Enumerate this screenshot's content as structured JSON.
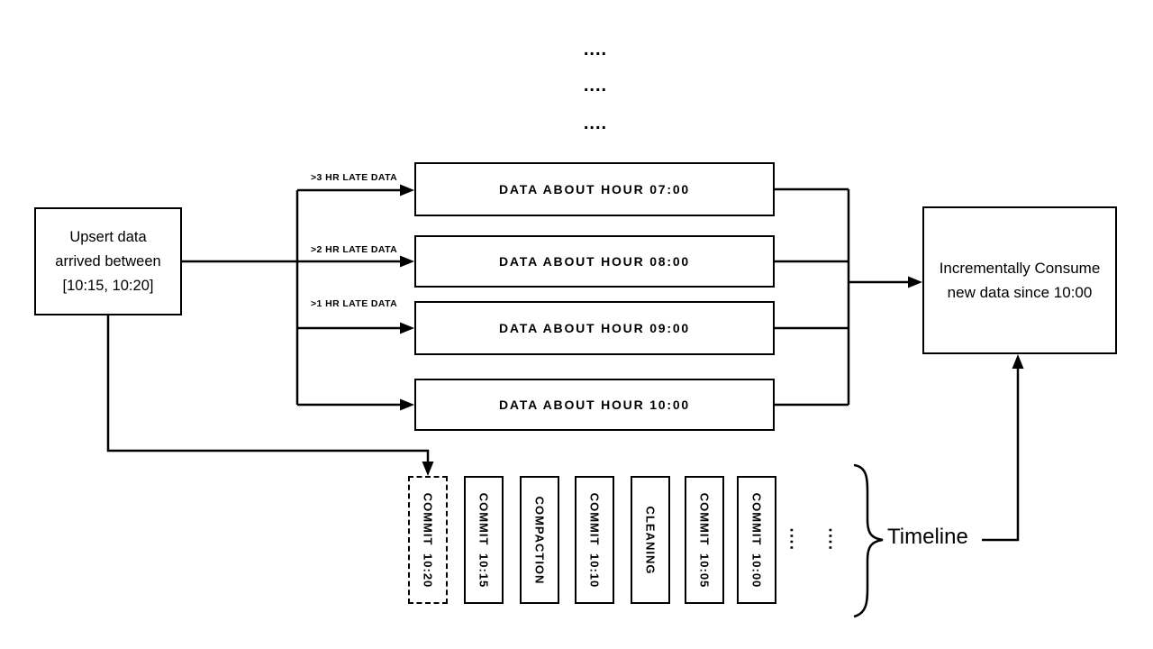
{
  "top_dots": [
    "....",
    "....",
    "...."
  ],
  "upsert_box": {
    "lines": [
      "Upsert data",
      "arrived between",
      "[10:15, 10:20]"
    ]
  },
  "late_labels": [
    ">3 HR LATE DATA",
    ">2 HR LATE DATA",
    ">1 HR LATE DATA"
  ],
  "data_boxes": [
    "DATA ABOUT HOUR 07:00",
    "DATA ABOUT HOUR 08:00",
    "DATA ABOUT HOUR 09:00",
    "DATA ABOUT HOUR 10:00"
  ],
  "consume_box": {
    "lines": [
      "Incrementally Consume",
      "new data since 10:00"
    ]
  },
  "timeline": {
    "entries": [
      {
        "label": "COMMIT 10:20",
        "style": "dashed"
      },
      {
        "label": "COMMIT 10:15",
        "style": "solid"
      },
      {
        "label": "COMPACTION",
        "style": "solid"
      },
      {
        "label": "COMMIT 10:10",
        "style": "solid"
      },
      {
        "label": "CLEANING",
        "style": "solid"
      },
      {
        "label": "COMMIT 10:05",
        "style": "solid"
      },
      {
        "label": "COMMIT 10:00",
        "style": "solid"
      }
    ],
    "ellipsis": [
      "....",
      "...."
    ],
    "label": "Timeline"
  },
  "colors": {
    "ink": "#000000",
    "background": "#ffffff"
  }
}
